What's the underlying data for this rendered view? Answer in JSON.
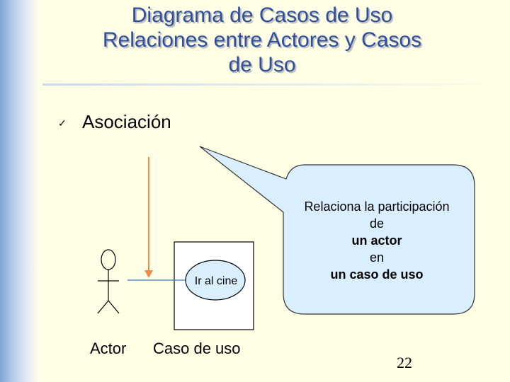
{
  "title": {
    "line1": "Diagrama de Casos de Uso",
    "line2": "Relaciones entre Actores y Casos",
    "line3": "de Uso"
  },
  "bullet": {
    "icon": "checkmark-icon",
    "text": "Asociación"
  },
  "diagram": {
    "actor_label": "Actor",
    "usecase_label": "Caso de uso",
    "usecase_name": "Ir al cine"
  },
  "callout": {
    "line1": "Relaciona la participación",
    "line2": "de",
    "line3": "un actor",
    "line4": "en",
    "line5": "un caso de uso"
  },
  "page_number": "22",
  "colors": {
    "title": "#2f4f9a",
    "background": "#ffffe6",
    "arrow": "#f08a4b",
    "callout_fill": "#d9efff",
    "usecase_fill": "#d9efff",
    "association_line": "#3a7fb8"
  }
}
